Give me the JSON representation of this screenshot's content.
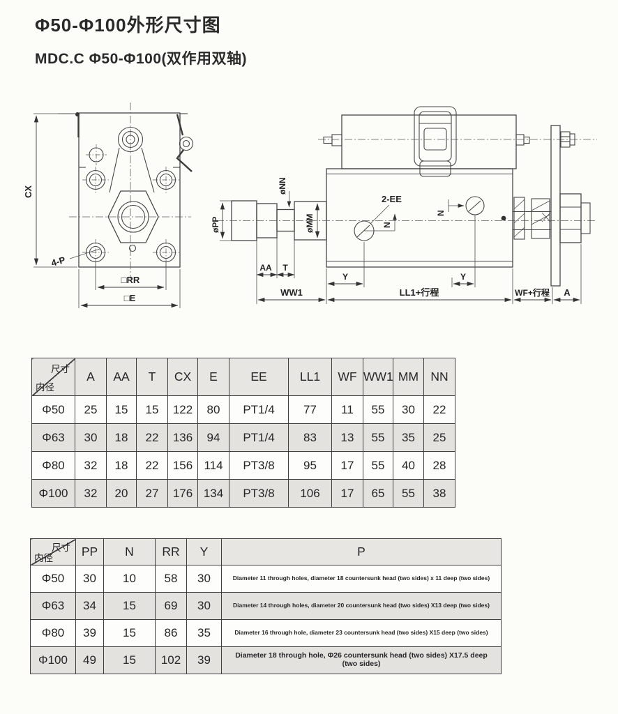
{
  "title": "Φ50-Φ100外形尺寸图",
  "subtitle": "MDC.C  Φ50-Φ100(双作用双轴)",
  "drawing": {
    "labels": {
      "cx": "CX",
      "four_p": "4-P",
      "rr": "□RR",
      "e": "□E",
      "nn": "øNN",
      "pp": "øPP",
      "mm": "øMM",
      "two_ee": "2-EE",
      "n": "N",
      "aa": "AA",
      "t": "T",
      "y": "Y",
      "ww1": "WW1",
      "ll1_stroke": "LL1+行程",
      "wf_stroke": "WF+行程",
      "a": "A"
    }
  },
  "table1": {
    "corner": {
      "top": "尺寸",
      "bottom": "内径"
    },
    "headers": [
      "A",
      "AA",
      "T",
      "CX",
      "E",
      "EE",
      "LL1",
      "WF",
      "WW1",
      "MM",
      "NN"
    ],
    "rows": [
      {
        "label": "Φ50",
        "values": [
          "25",
          "15",
          "15",
          "122",
          "80",
          "PT1/4",
          "77",
          "11",
          "55",
          "30",
          "22"
        ]
      },
      {
        "label": "Φ63",
        "values": [
          "30",
          "18",
          "22",
          "136",
          "94",
          "PT1/4",
          "83",
          "13",
          "55",
          "35",
          "25"
        ]
      },
      {
        "label": "Φ80",
        "values": [
          "32",
          "18",
          "22",
          "156",
          "114",
          "PT3/8",
          "95",
          "17",
          "55",
          "40",
          "28"
        ]
      },
      {
        "label": "Φ100",
        "values": [
          "32",
          "20",
          "27",
          "176",
          "134",
          "PT3/8",
          "106",
          "17",
          "65",
          "55",
          "38"
        ]
      }
    ]
  },
  "table2": {
    "corner": {
      "top": "尺寸",
      "bottom": "内径"
    },
    "headers": [
      "PP",
      "N",
      "RR",
      "Y",
      "P"
    ],
    "rows": [
      {
        "label": "Φ50",
        "values": [
          "30",
          "10",
          "58",
          "30",
          "Diameter 11 through holes, diameter 18 countersunk head (two sides) x 11 deep (two sides)"
        ]
      },
      {
        "label": "Φ63",
        "values": [
          "34",
          "15",
          "69",
          "30",
          "Diameter 14 through holes, diameter 20 countersunk head (two sides) X13 deep (two sides)"
        ]
      },
      {
        "label": "Φ80",
        "values": [
          "39",
          "15",
          "86",
          "35",
          "Diameter 16 through hole, diameter 23 countersunk head (two sides) X15 deep (two sides)"
        ]
      },
      {
        "label": "Φ100",
        "values": [
          "49",
          "15",
          "102",
          "39",
          "Diameter 18 through hole, Φ26 countersunk head (two sides) X17.5 deep (two sides)"
        ]
      }
    ]
  },
  "colors": {
    "page_bg": "#fcfcf9",
    "table_header_bg": "#e7e6e3",
    "table_shade_bg": "#e3e2df",
    "line": "#474747",
    "text": "#262626"
  }
}
